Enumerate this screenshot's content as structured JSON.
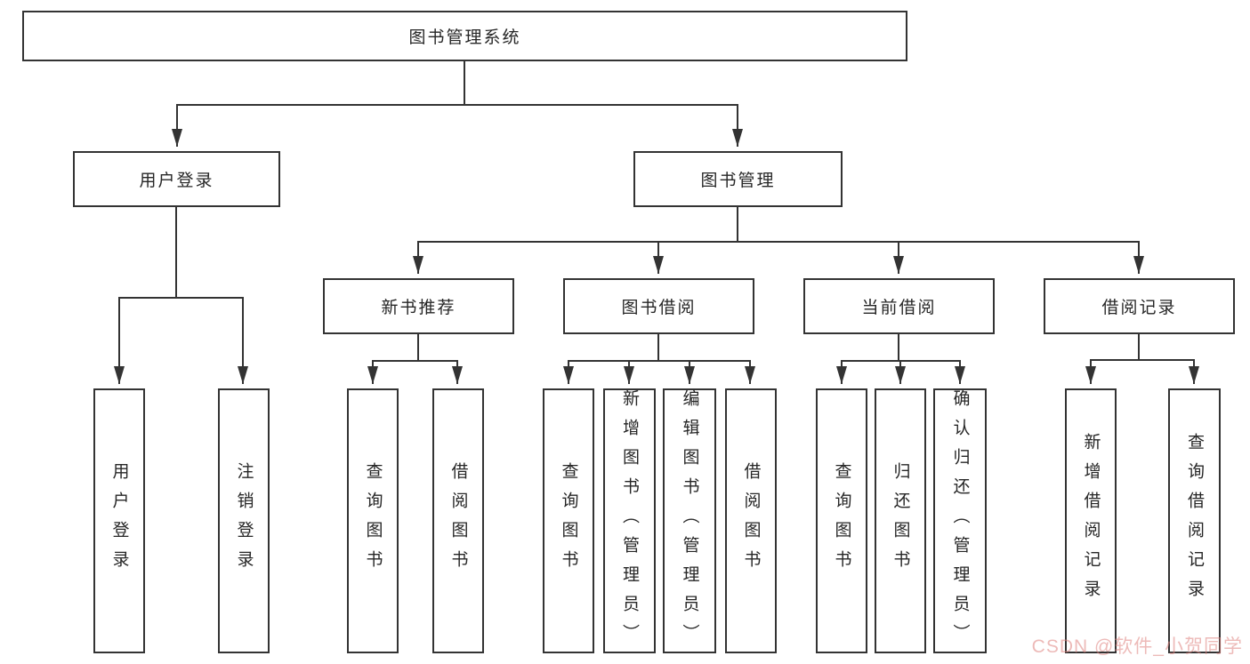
{
  "diagram": {
    "root": "图书管理系统",
    "branches": [
      {
        "label": "用户登录",
        "children": [
          "用户登录",
          "注销登录"
        ]
      },
      {
        "label": "图书管理",
        "modules": [
          {
            "label": "新书推荐",
            "children": [
              "查询图书",
              "借阅图书"
            ]
          },
          {
            "label": "图书借阅",
            "children": [
              "查询图书",
              "新增图书（管理员）",
              "编辑图书（管理员）",
              "借阅图书"
            ]
          },
          {
            "label": "当前借阅",
            "children": [
              "查询图书",
              "归还图书",
              "确认归还（管理员）"
            ]
          },
          {
            "label": "借阅记录",
            "children": [
              "新增借阅记录",
              "查询借阅记录"
            ]
          }
        ]
      }
    ]
  },
  "colors": {
    "line": "#333333",
    "box_border": "#333333",
    "text": "#262626",
    "background": "#ffffff",
    "watermark": "#de827d"
  },
  "watermark": "CSDN @软件_小贺同学"
}
